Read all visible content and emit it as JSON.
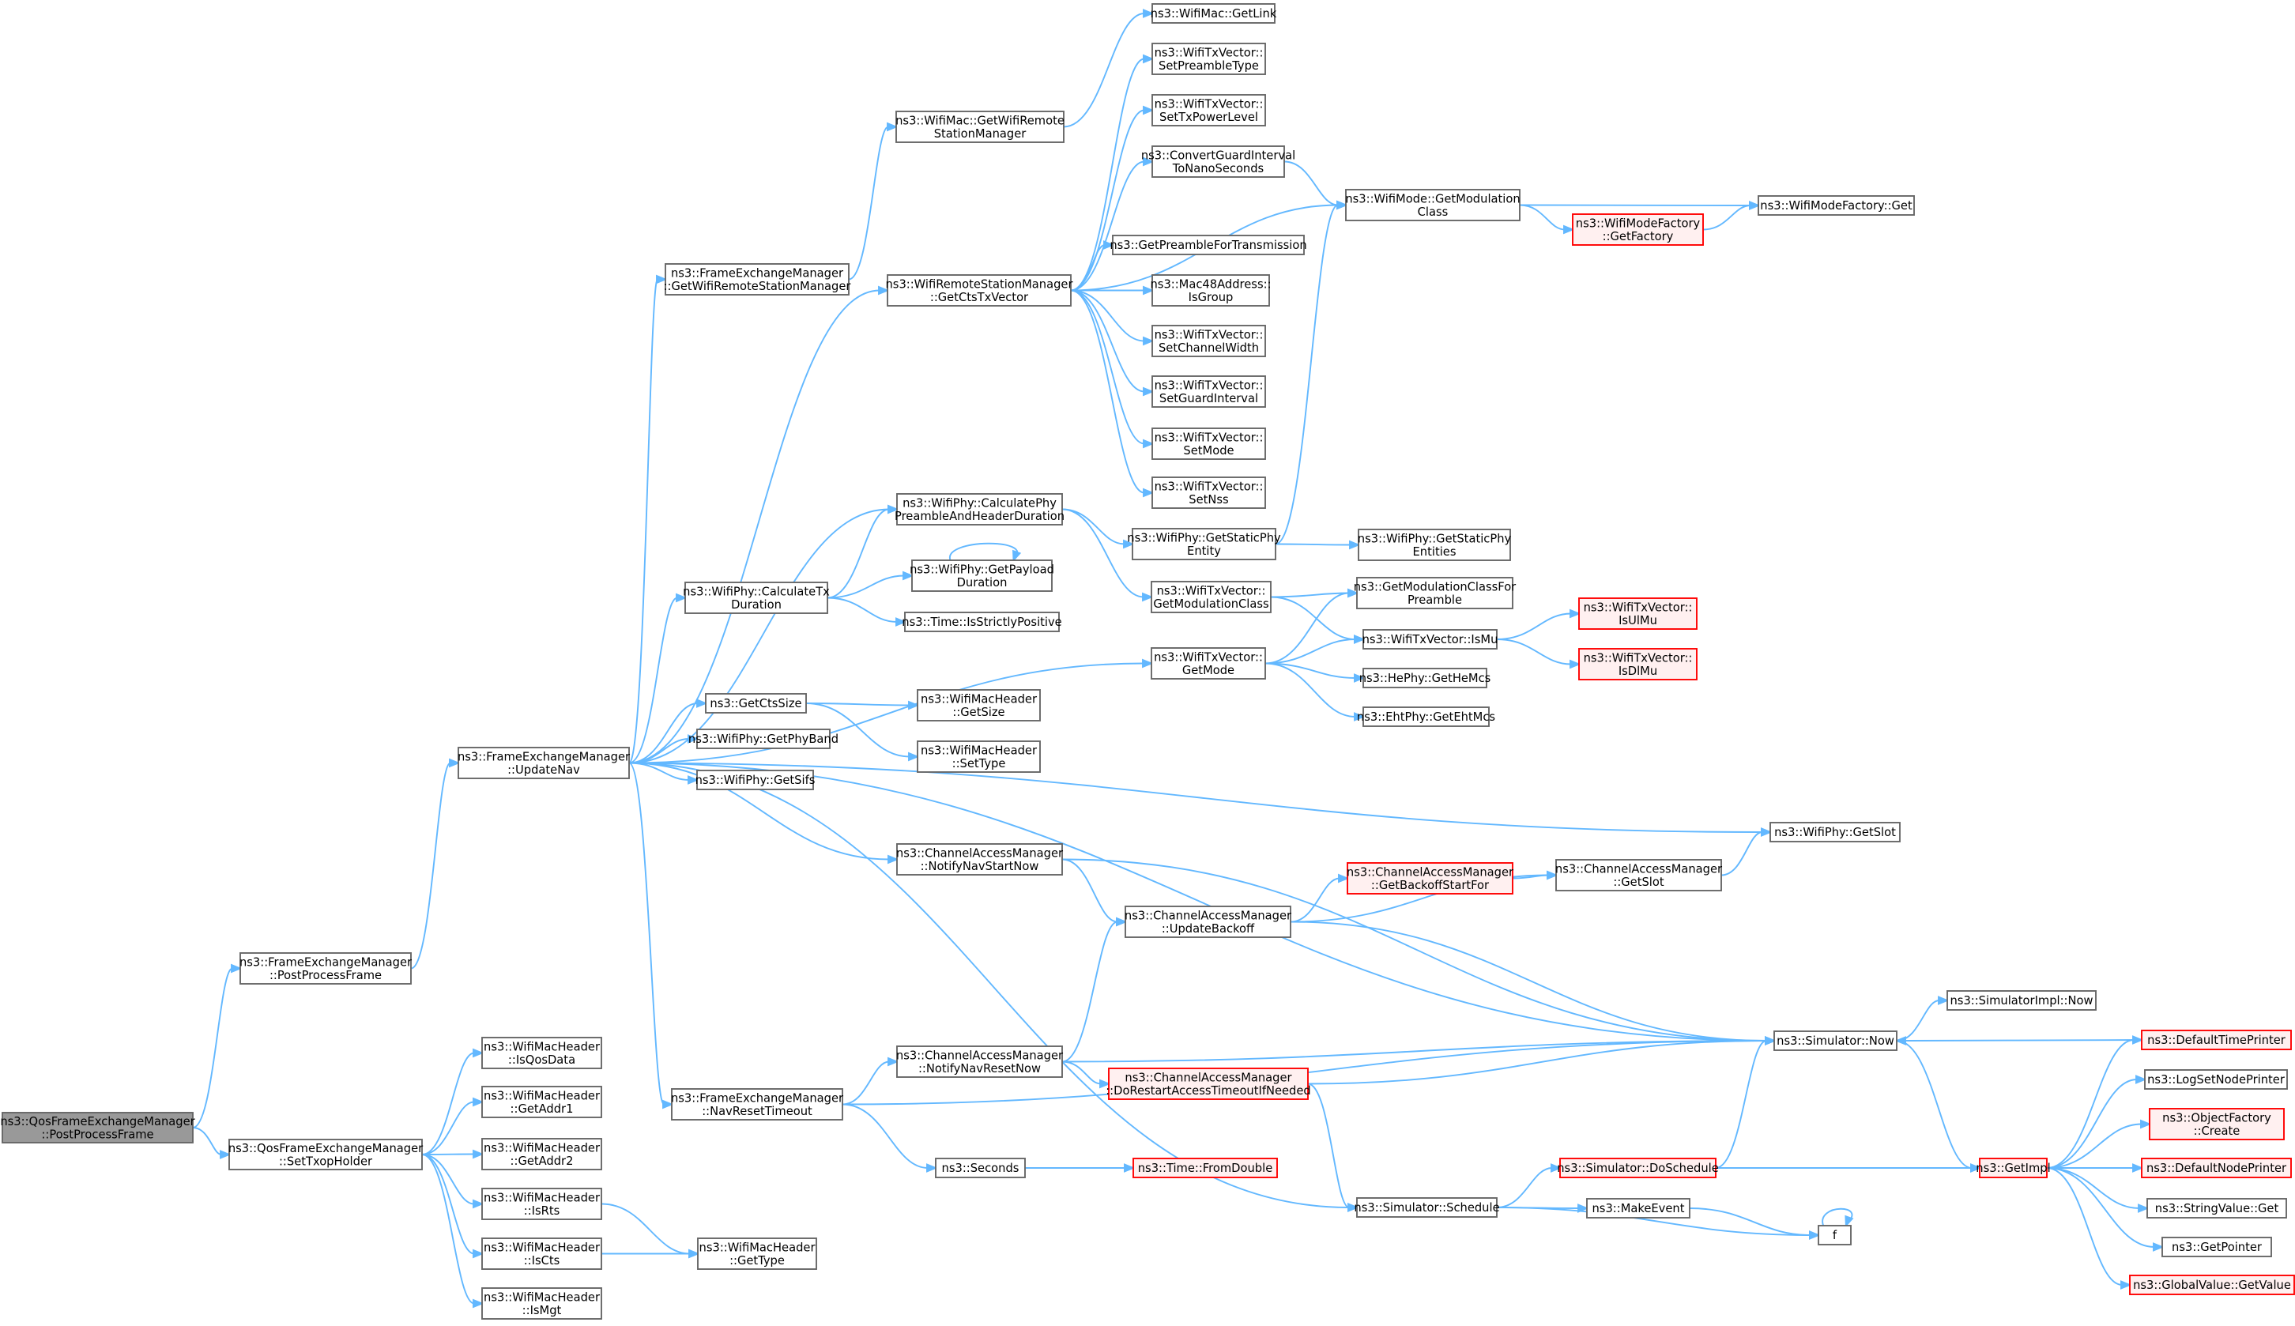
{
  "colors": {
    "node_border": "#666666",
    "node_fill": "#ffffff",
    "root_fill": "#999999",
    "truncated_border": "#ff0000",
    "truncated_fill": "#fff0f0",
    "edge": "#63b8ff",
    "text": "#000000"
  },
  "nodes": [
    {
      "id": "n_root",
      "lines": [
        "ns3::QosFrameExchangeManager",
        "::PostProcessFrame"
      ],
      "style": "root"
    },
    {
      "id": "n_fem_post",
      "lines": [
        "ns3::FrameExchangeManager",
        "::PostProcessFrame"
      ],
      "style": "normal"
    },
    {
      "id": "n_settxop",
      "lines": [
        "ns3::QosFrameExchangeManager",
        "::SetTxopHolder"
      ],
      "style": "normal"
    },
    {
      "id": "n_updatenav",
      "lines": [
        "ns3::FrameExchangeManager",
        "::UpdateNav"
      ],
      "style": "normal"
    },
    {
      "id": "n_getwrsm",
      "lines": [
        "ns3::FrameExchangeManager",
        "::GetWifiRemoteStationManager"
      ],
      "style": "normal"
    },
    {
      "id": "n_getctstxv",
      "lines": [
        "ns3::WifiRemoteStationManager",
        "::GetCtsTxVector"
      ],
      "style": "normal"
    },
    {
      "id": "n_calcphypre",
      "lines": [
        "ns3::WifiPhy::CalculatePhy",
        "PreambleAndHeaderDuration"
      ],
      "style": "normal"
    },
    {
      "id": "n_calctx",
      "lines": [
        "ns3::WifiPhy::CalculateTx",
        "Duration"
      ],
      "style": "normal"
    },
    {
      "id": "n_getmode",
      "lines": [
        "ns3::WifiTxVector::",
        "GetMode"
      ],
      "style": "normal"
    },
    {
      "id": "n_getctssize",
      "lines": [
        "ns3::GetCtsSize"
      ],
      "style": "normal"
    },
    {
      "id": "n_getphyband",
      "lines": [
        "ns3::WifiPhy::GetPhyBand"
      ],
      "style": "normal"
    },
    {
      "id": "n_getsifs",
      "lines": [
        "ns3::WifiPhy::GetSifs"
      ],
      "style": "normal"
    },
    {
      "id": "n_getslotphy",
      "lines": [
        "ns3::WifiPhy::GetSlot"
      ],
      "style": "normal"
    },
    {
      "id": "n_notifystart",
      "lines": [
        "ns3::ChannelAccessManager",
        "::NotifyNavStartNow"
      ],
      "style": "normal"
    },
    {
      "id": "n_simnow",
      "lines": [
        "ns3::Simulator::Now"
      ],
      "style": "normal"
    },
    {
      "id": "n_navreset",
      "lines": [
        "ns3::FrameExchangeManager",
        "::NavResetTimeout"
      ],
      "style": "normal"
    },
    {
      "id": "n_schedule",
      "lines": [
        "ns3::Simulator::Schedule"
      ],
      "style": "normal"
    },
    {
      "id": "n_macgetwrsm",
      "lines": [
        "ns3::WifiMac::GetWifiRemote",
        "StationManager"
      ],
      "style": "normal"
    },
    {
      "id": "n_getlink",
      "lines": [
        "ns3::WifiMac::GetLink"
      ],
      "style": "normal"
    },
    {
      "id": "n_setpreamble",
      "lines": [
        "ns3::WifiTxVector::",
        "SetPreambleType"
      ],
      "style": "normal"
    },
    {
      "id": "n_settxpower",
      "lines": [
        "ns3::WifiTxVector::",
        "SetTxPowerLevel"
      ],
      "style": "normal"
    },
    {
      "id": "n_convertgi",
      "lines": [
        "ns3::ConvertGuardInterval",
        "ToNanoSeconds"
      ],
      "style": "normal"
    },
    {
      "id": "n_getmodclass",
      "lines": [
        "ns3::WifiMode::GetModulation",
        "Class"
      ],
      "style": "normal"
    },
    {
      "id": "n_getpreamblefortx",
      "lines": [
        "ns3::GetPreambleForTransmission"
      ],
      "style": "normal"
    },
    {
      "id": "n_isgroup",
      "lines": [
        "ns3::Mac48Address::",
        "IsGroup"
      ],
      "style": "normal"
    },
    {
      "id": "n_setchwidth",
      "lines": [
        "ns3::WifiTxVector::",
        "SetChannelWidth"
      ],
      "style": "normal"
    },
    {
      "id": "n_setgi",
      "lines": [
        "ns3::WifiTxVector::",
        "SetGuardInterval"
      ],
      "style": "normal"
    },
    {
      "id": "n_setmode",
      "lines": [
        "ns3::WifiTxVector::",
        "SetMode"
      ],
      "style": "normal"
    },
    {
      "id": "n_setnss",
      "lines": [
        "ns3::WifiTxVector::",
        "SetNss"
      ],
      "style": "normal"
    },
    {
      "id": "n_modefactoryget",
      "lines": [
        "ns3::WifiModeFactory::Get"
      ],
      "style": "normal"
    },
    {
      "id": "n_getfactory",
      "lines": [
        "ns3::WifiModeFactory",
        "::GetFactory"
      ],
      "style": "truncated"
    },
    {
      "id": "n_getstaticphyentity",
      "lines": [
        "ns3::WifiPhy::GetStaticPhy",
        "Entity"
      ],
      "style": "normal"
    },
    {
      "id": "n_getstaticphyentities",
      "lines": [
        "ns3::WifiPhy::GetStaticPhy",
        "Entities"
      ],
      "style": "normal"
    },
    {
      "id": "n_txvgetmodclass",
      "lines": [
        "ns3::WifiTxVector::",
        "GetModulationClass"
      ],
      "style": "normal"
    },
    {
      "id": "n_getpayload",
      "lines": [
        "ns3::WifiPhy::GetPayload",
        "Duration"
      ],
      "style": "normal"
    },
    {
      "id": "n_isstrictlypos",
      "lines": [
        "ns3::Time::IsStrictlyPositive"
      ],
      "style": "normal"
    },
    {
      "id": "n_getmodclassforpre",
      "lines": [
        "ns3::GetModulationClassFor",
        "Preamble"
      ],
      "style": "normal"
    },
    {
      "id": "n_ismu",
      "lines": [
        "ns3::WifiTxVector::IsMu"
      ],
      "style": "normal"
    },
    {
      "id": "n_isulmu",
      "lines": [
        "ns3::WifiTxVector::",
        "IsUlMu"
      ],
      "style": "truncated"
    },
    {
      "id": "n_isdlmu",
      "lines": [
        "ns3::WifiTxVector::",
        "IsDlMu"
      ],
      "style": "truncated"
    },
    {
      "id": "n_hegetmcs",
      "lines": [
        "ns3::HePhy::GetHeMcs"
      ],
      "style": "normal"
    },
    {
      "id": "n_ehtgetmcs",
      "lines": [
        "ns3::EhtPhy::GetEhtMcs"
      ],
      "style": "normal"
    },
    {
      "id": "n_hdrgetsize",
      "lines": [
        "ns3::WifiMacHeader",
        "::GetSize"
      ],
      "style": "normal"
    },
    {
      "id": "n_hdrsettype",
      "lines": [
        "ns3::WifiMacHeader",
        "::SetType"
      ],
      "style": "normal"
    },
    {
      "id": "n_getbackoffstart",
      "lines": [
        "ns3::ChannelAccessManager",
        "::GetBackoffStartFor"
      ],
      "style": "truncated"
    },
    {
      "id": "n_camgetslot",
      "lines": [
        "ns3::ChannelAccessManager",
        "::GetSlot"
      ],
      "style": "normal"
    },
    {
      "id": "n_updatebackoff",
      "lines": [
        "ns3::ChannelAccessManager",
        "::UpdateBackoff"
      ],
      "style": "normal"
    },
    {
      "id": "n_simimplnow",
      "lines": [
        "ns3::SimulatorImpl::Now"
      ],
      "style": "normal"
    },
    {
      "id": "n_notifyreset",
      "lines": [
        "ns3::ChannelAccessManager",
        "::NotifyNavResetNow"
      ],
      "style": "normal"
    },
    {
      "id": "n_dorestart",
      "lines": [
        "ns3::ChannelAccessManager",
        "::DoRestartAccessTimeoutIfNeeded"
      ],
      "style": "truncated"
    },
    {
      "id": "n_seconds",
      "lines": [
        "ns3::Seconds"
      ],
      "style": "normal"
    },
    {
      "id": "n_fromdouble",
      "lines": [
        "ns3::Time::FromDouble"
      ],
      "style": "truncated"
    },
    {
      "id": "n_doschedule",
      "lines": [
        "ns3::Simulator::DoSchedule"
      ],
      "style": "truncated"
    },
    {
      "id": "n_makeevent",
      "lines": [
        "ns3::MakeEvent"
      ],
      "style": "normal"
    },
    {
      "id": "n_f",
      "lines": [
        "f"
      ],
      "style": "normal"
    },
    {
      "id": "n_getimpl",
      "lines": [
        "ns3::GetImpl"
      ],
      "style": "truncated"
    },
    {
      "id": "n_deftimeprinter",
      "lines": [
        "ns3::DefaultTimePrinter"
      ],
      "style": "truncated"
    },
    {
      "id": "n_logsetnodeprinter",
      "lines": [
        "ns3::LogSetNodePrinter"
      ],
      "style": "normal"
    },
    {
      "id": "n_objfactorycreate",
      "lines": [
        "ns3::ObjectFactory",
        "::Create"
      ],
      "style": "truncated"
    },
    {
      "id": "n_defnodeprinter",
      "lines": [
        "ns3::DefaultNodePrinter"
      ],
      "style": "truncated"
    },
    {
      "id": "n_stringvalueget",
      "lines": [
        "ns3::StringValue::Get"
      ],
      "style": "normal"
    },
    {
      "id": "n_getpointer",
      "lines": [
        "ns3::GetPointer"
      ],
      "style": "normal"
    },
    {
      "id": "n_globalvalueget",
      "lines": [
        "ns3::GlobalValue::GetValue"
      ],
      "style": "truncated"
    },
    {
      "id": "n_isqosdata",
      "lines": [
        "ns3::WifiMacHeader",
        "::IsQosData"
      ],
      "style": "normal"
    },
    {
      "id": "n_getaddr1",
      "lines": [
        "ns3::WifiMacHeader",
        "::GetAddr1"
      ],
      "style": "normal"
    },
    {
      "id": "n_getaddr2",
      "lines": [
        "ns3::WifiMacHeader",
        "::GetAddr2"
      ],
      "style": "normal"
    },
    {
      "id": "n_isrts",
      "lines": [
        "ns3::WifiMacHeader",
        "::IsRts"
      ],
      "style": "normal"
    },
    {
      "id": "n_iscts",
      "lines": [
        "ns3::WifiMacHeader",
        "::IsCts"
      ],
      "style": "normal"
    },
    {
      "id": "n_ismgt",
      "lines": [
        "ns3::WifiMacHeader",
        "::IsMgt"
      ],
      "style": "normal"
    },
    {
      "id": "n_hdrgettype",
      "lines": [
        "ns3::WifiMacHeader",
        "::GetType"
      ],
      "style": "normal"
    }
  ],
  "edges": [
    [
      "n_root",
      "n_fem_post"
    ],
    [
      "n_root",
      "n_settxop"
    ],
    [
      "n_fem_post",
      "n_updatenav"
    ],
    [
      "n_updatenav",
      "n_getwrsm"
    ],
    [
      "n_updatenav",
      "n_getctstxv"
    ],
    [
      "n_updatenav",
      "n_calcphypre"
    ],
    [
      "n_updatenav",
      "n_calctx"
    ],
    [
      "n_updatenav",
      "n_getmode"
    ],
    [
      "n_updatenav",
      "n_getctssize"
    ],
    [
      "n_updatenav",
      "n_getphyband"
    ],
    [
      "n_updatenav",
      "n_getsifs"
    ],
    [
      "n_updatenav",
      "n_getslotphy"
    ],
    [
      "n_updatenav",
      "n_notifystart"
    ],
    [
      "n_updatenav",
      "n_simnow"
    ],
    [
      "n_updatenav",
      "n_navreset"
    ],
    [
      "n_updatenav",
      "n_schedule"
    ],
    [
      "n_getwrsm",
      "n_macgetwrsm"
    ],
    [
      "n_macgetwrsm",
      "n_getlink"
    ],
    [
      "n_getctstxv",
      "n_setpreamble"
    ],
    [
      "n_getctstxv",
      "n_settxpower"
    ],
    [
      "n_getctstxv",
      "n_convertgi"
    ],
    [
      "n_getctstxv",
      "n_getmodclass"
    ],
    [
      "n_getctstxv",
      "n_getpreamblefortx"
    ],
    [
      "n_getctstxv",
      "n_isgroup"
    ],
    [
      "n_getctstxv",
      "n_setchwidth"
    ],
    [
      "n_getctstxv",
      "n_setgi"
    ],
    [
      "n_getctstxv",
      "n_setmode"
    ],
    [
      "n_getctstxv",
      "n_setnss"
    ],
    [
      "n_convertgi",
      "n_getmodclass"
    ],
    [
      "n_getmodclass",
      "n_modefactoryget"
    ],
    [
      "n_getmodclass",
      "n_getfactory"
    ],
    [
      "n_getfactory",
      "n_modefactoryget"
    ],
    [
      "n_calcphypre",
      "n_getstaticphyentity"
    ],
    [
      "n_calcphypre",
      "n_txvgetmodclass"
    ],
    [
      "n_getstaticphyentity",
      "n_getmodclass"
    ],
    [
      "n_getstaticphyentity",
      "n_getstaticphyentities"
    ],
    [
      "n_txvgetmodclass",
      "n_getmodclassforpre"
    ],
    [
      "n_txvgetmodclass",
      "n_ismu"
    ],
    [
      "n_calctx",
      "n_calcphypre"
    ],
    [
      "n_calctx",
      "n_getpayload"
    ],
    [
      "n_calctx",
      "n_isstrictlypos"
    ],
    [
      "n_getpayload",
      "n_getpayload"
    ],
    [
      "n_getmode",
      "n_getmodclassforpre"
    ],
    [
      "n_getmode",
      "n_ismu"
    ],
    [
      "n_getmode",
      "n_hegetmcs"
    ],
    [
      "n_getmode",
      "n_ehtgetmcs"
    ],
    [
      "n_ismu",
      "n_isulmu"
    ],
    [
      "n_ismu",
      "n_isdlmu"
    ],
    [
      "n_getctssize",
      "n_hdrgetsize"
    ],
    [
      "n_getctssize",
      "n_hdrsettype"
    ],
    [
      "n_notifystart",
      "n_simnow"
    ],
    [
      "n_notifystart",
      "n_updatebackoff"
    ],
    [
      "n_updatebackoff",
      "n_getbackoffstart"
    ],
    [
      "n_updatebackoff",
      "n_camgetslot"
    ],
    [
      "n_updatebackoff",
      "n_simnow"
    ],
    [
      "n_getbackoffstart",
      "n_camgetslot"
    ],
    [
      "n_camgetslot",
      "n_getslotphy"
    ],
    [
      "n_simnow",
      "n_simimplnow"
    ],
    [
      "n_simnow",
      "n_getimpl"
    ],
    [
      "n_navreset",
      "n_notifyreset"
    ],
    [
      "n_navreset",
      "n_seconds"
    ],
    [
      "n_navreset",
      "n_simnow"
    ],
    [
      "n_notifyreset",
      "n_updatebackoff"
    ],
    [
      "n_notifyreset",
      "n_simnow"
    ],
    [
      "n_notifyreset",
      "n_dorestart"
    ],
    [
      "n_dorestart",
      "n_simnow"
    ],
    [
      "n_dorestart",
      "n_schedule"
    ],
    [
      "n_seconds",
      "n_fromdouble"
    ],
    [
      "n_schedule",
      "n_doschedule"
    ],
    [
      "n_schedule",
      "n_makeevent"
    ],
    [
      "n_schedule",
      "n_f"
    ],
    [
      "n_doschedule",
      "n_simnow"
    ],
    [
      "n_doschedule",
      "n_getimpl"
    ],
    [
      "n_makeevent",
      "n_f"
    ],
    [
      "n_f",
      "n_f"
    ],
    [
      "n_getimpl",
      "n_deftimeprinter"
    ],
    [
      "n_getimpl",
      "n_logsetnodeprinter"
    ],
    [
      "n_getimpl",
      "n_objfactorycreate"
    ],
    [
      "n_getimpl",
      "n_defnodeprinter"
    ],
    [
      "n_getimpl",
      "n_stringvalueget"
    ],
    [
      "n_getimpl",
      "n_getpointer"
    ],
    [
      "n_getimpl",
      "n_globalvalueget"
    ],
    [
      "n_deftimeprinter",
      "n_simnow"
    ],
    [
      "n_settxop",
      "n_isqosdata"
    ],
    [
      "n_settxop",
      "n_getaddr1"
    ],
    [
      "n_settxop",
      "n_getaddr2"
    ],
    [
      "n_settxop",
      "n_isrts"
    ],
    [
      "n_settxop",
      "n_iscts"
    ],
    [
      "n_settxop",
      "n_ismgt"
    ],
    [
      "n_isrts",
      "n_hdrgettype"
    ],
    [
      "n_iscts",
      "n_hdrgettype"
    ]
  ]
}
